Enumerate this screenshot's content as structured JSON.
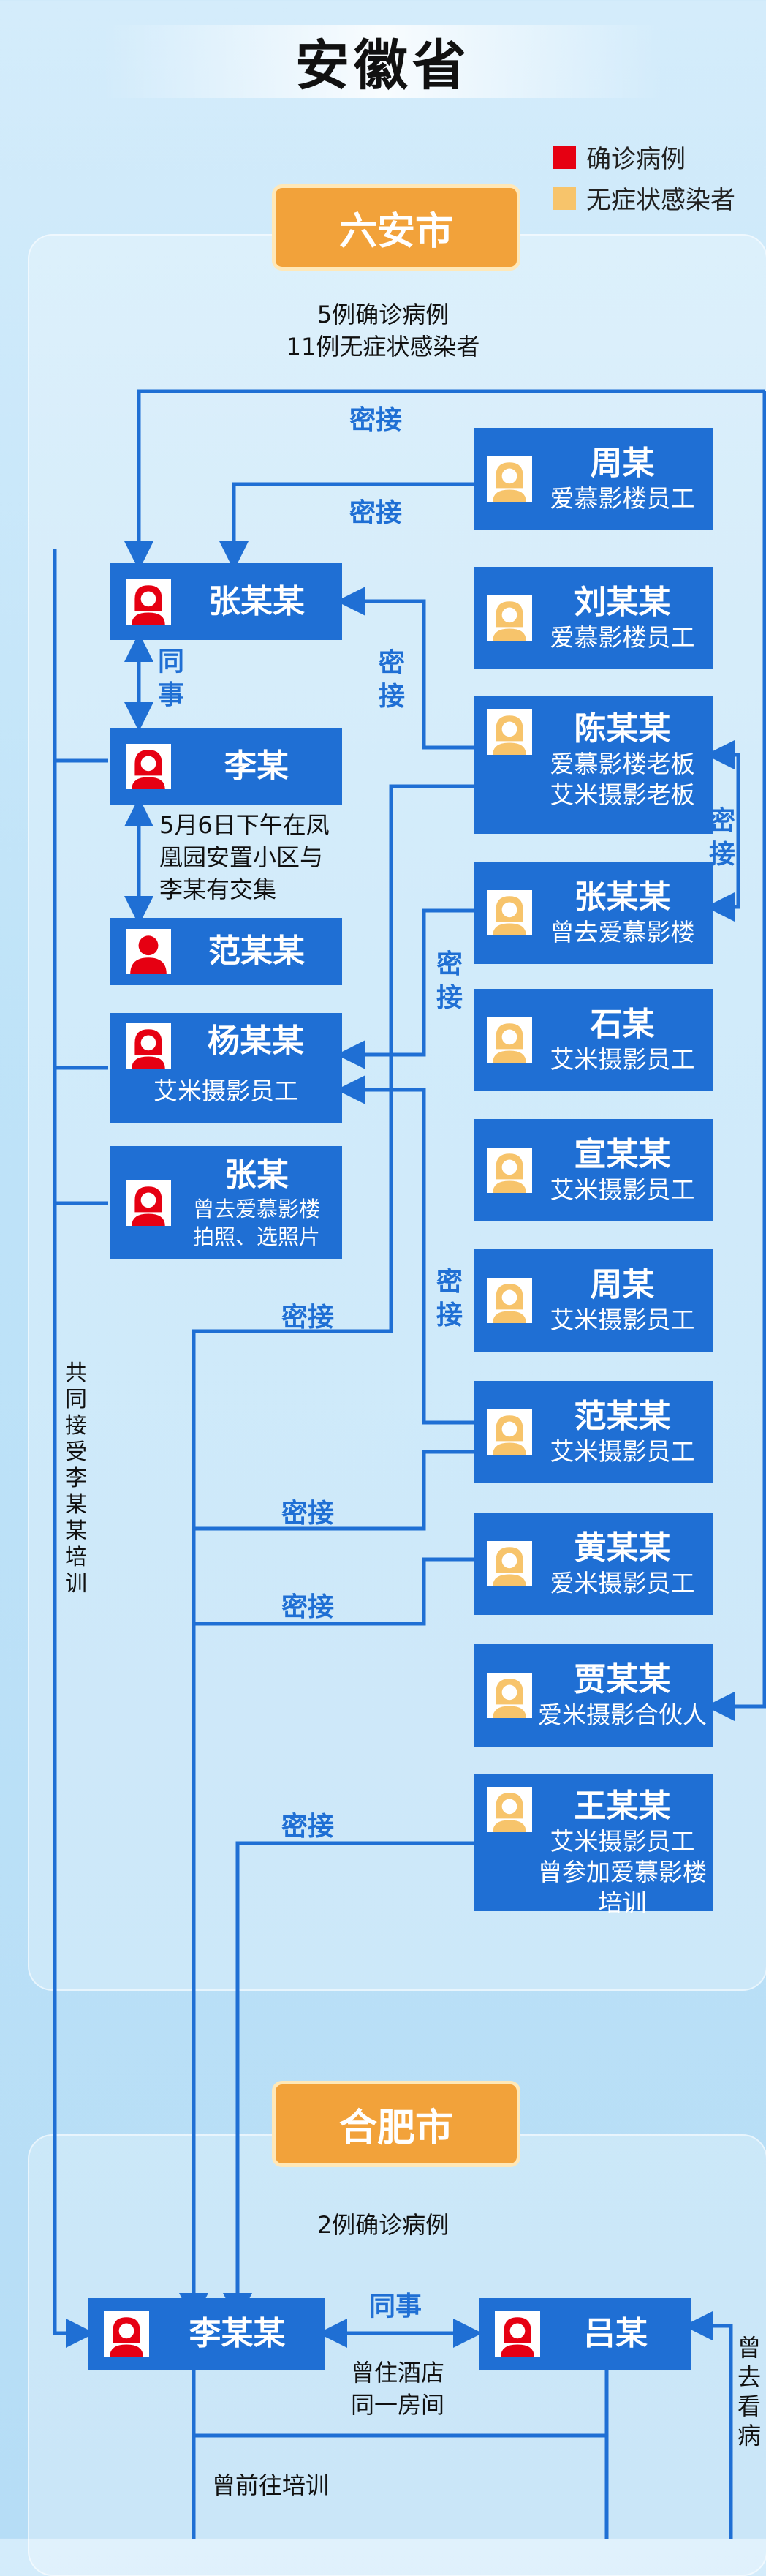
{
  "title": "安徽省",
  "legend": {
    "confirmed": "确诊病例",
    "asymptomatic": "无症状感染者",
    "confirmed_color": "#e60012",
    "asymptomatic_color": "#f7c46b"
  },
  "liuan": {
    "city": "六安市",
    "summary_1": "5例确诊病例",
    "summary_2": "11例无症状感染者",
    "left_nodes": {
      "zhang_moumou": "张某某",
      "li_mou": "李某",
      "fan_moumou": "范某某",
      "yang_moumou": {
        "name": "杨某某",
        "sub": "艾米摄影员工"
      },
      "zhang_mou": {
        "name": "张某",
        "sub1": "曾去爱慕影楼",
        "sub2": "拍照、选照片"
      }
    },
    "right_nodes": [
      {
        "name": "周某",
        "sub": "爱慕影楼员工"
      },
      {
        "name": "刘某某",
        "sub": "爱慕影楼员工"
      },
      {
        "name": "陈某某",
        "sub": "爱慕影楼老板",
        "sub2": "艾米摄影老板"
      },
      {
        "name": "张某某",
        "sub": "曾去爱慕影楼"
      },
      {
        "name": "石某",
        "sub": "艾米摄影员工"
      },
      {
        "name": "宣某某",
        "sub": "艾米摄影员工"
      },
      {
        "name": "周某",
        "sub": "艾米摄影员工"
      },
      {
        "name": "范某某",
        "sub": "艾米摄影员工"
      },
      {
        "name": "黄某某",
        "sub": "爱米摄影员工"
      },
      {
        "name": "贾某某",
        "sub": "爱米摄影合伙人"
      },
      {
        "name": "王某某",
        "sub": "艾米摄影员工",
        "sub2": "曾参加爱慕影楼培训"
      }
    ],
    "labels": {
      "close_contact": "密接",
      "colleague_1": "同",
      "colleague_2": "事",
      "contact_1": "密",
      "contact_2": "接",
      "li_fan_note_1": "5月6日下午在凤",
      "li_fan_note_2": "凰园安置小区与",
      "li_fan_note_3": "李某有交集",
      "training": "共同接受李某某培训"
    }
  },
  "hefei": {
    "city": "合肥市",
    "summary": "2例确诊病例",
    "li_moumou": "李某某",
    "lv_mou": "吕某",
    "colleague": "同事",
    "hotel_1": "曾住酒店",
    "hotel_2": "同一房间",
    "training_trip": "曾前往培训",
    "visit_1": "曾",
    "visit_2": "去",
    "visit_3": "看",
    "visit_4": "病"
  }
}
